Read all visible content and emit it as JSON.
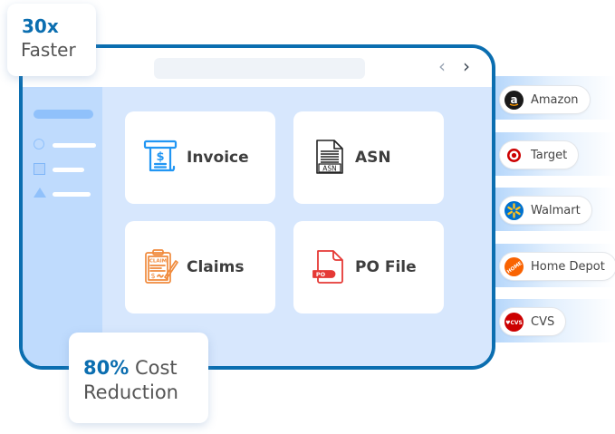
{
  "badges": {
    "speed": {
      "value": "30x",
      "label": "Faster"
    },
    "cost": {
      "value": "80%",
      "label_line1": "Cost",
      "label_line2": "Reduction"
    }
  },
  "window": {
    "nav": {
      "prev_icon": "‹",
      "next_icon": "›"
    },
    "cards": [
      {
        "label": "Invoice",
        "icon": "invoice-receipt-icon",
        "color": "#2196f3"
      },
      {
        "label": "ASN",
        "icon": "asn-document-icon",
        "color": "#222222",
        "icon_text": "ASN"
      },
      {
        "label": "Claims",
        "icon": "claim-clipboard-icon",
        "color": "#f08a3c",
        "icon_text": "CLAIM"
      },
      {
        "label": "PO File",
        "icon": "po-file-icon",
        "color": "#e53935",
        "icon_text": "PO"
      }
    ]
  },
  "retailers": [
    {
      "name": "Amazon",
      "logo": "amazon-logo",
      "color": "#1a1a1a"
    },
    {
      "name": "Target",
      "logo": "target-logo",
      "color": "#cc0000"
    },
    {
      "name": "Walmart",
      "logo": "walmart-logo",
      "color": "#0071ce"
    },
    {
      "name": "Home Depot",
      "logo": "home-depot-logo",
      "color": "#f96302"
    },
    {
      "name": "CVS",
      "logo": "cvs-logo",
      "color": "#cc0000",
      "logo_text": "♥CVS"
    }
  ],
  "colors": {
    "brand": "#0b6eb0",
    "content_bg": "#d7e7fd",
    "sidebar_bg": "#bfdbfd"
  }
}
